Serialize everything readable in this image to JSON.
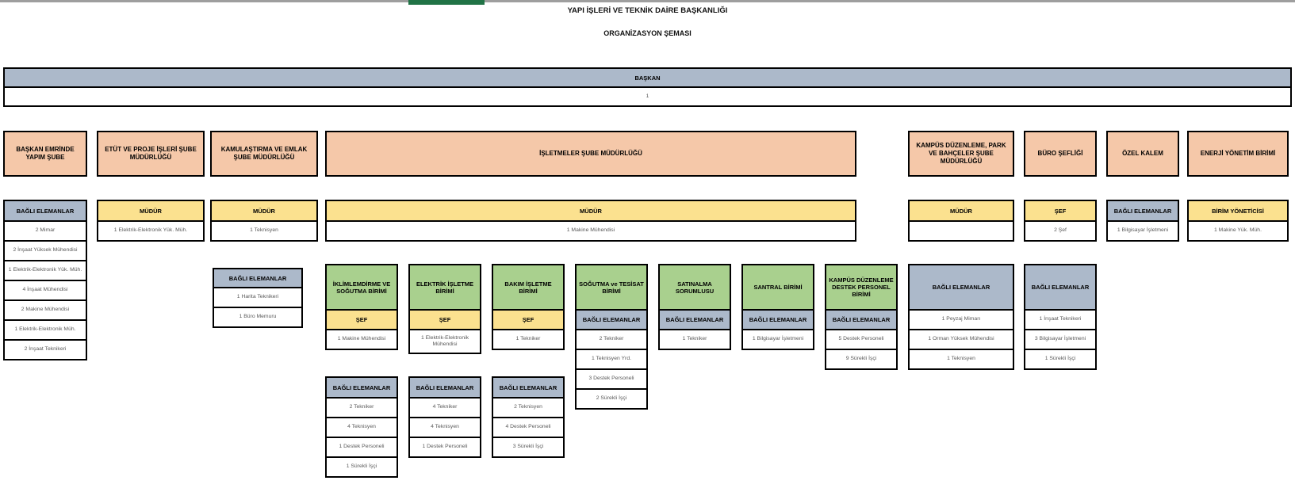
{
  "header": {
    "title": "YAPI İŞLERİ VE TEKNİK DAİRE BAŞKANLIĞI",
    "subtitle": "ORGANİZASYON ŞEMASI"
  },
  "baskan": {
    "label": "BAŞKAN",
    "count": "1"
  },
  "colors": {
    "department_box": "#F5C8A9",
    "manager_box": "#FBE18F",
    "unit_box": "#A9D08E",
    "staff_header_box": "#ACB9CA",
    "border": "#000000",
    "staff_text": "#595959",
    "titlebar_fragment": "#217346"
  },
  "columns": [
    {
      "dept": "BAŞKAN EMRİNDE YAPIM ŞUBE",
      "sections": [
        {
          "header": "BAĞLI ELEMANLAR",
          "rows": [
            "2 Mimar",
            "2 İnşaat Yüksek Mühendisi",
            "1 Elektrik-Elektronik Yük. Müh.",
            "4 İnşaat Mühendisi",
            "2 Makine Mühendisi",
            "1 Elektrik-Elektronik Müh.",
            "2 İnşaat Teknikeri"
          ]
        }
      ]
    },
    {
      "dept": "ETÜT VE PROJE İŞLERİ ŞUBE MÜDÜRLÜĞÜ",
      "sections": [
        {
          "header": "MÜDÜR",
          "rows": [
            "1 Elektrik-Elektronik Yük. Müh."
          ]
        }
      ]
    },
    {
      "dept": "KAMULAŞTIRMA VE EMLAK ŞUBE MÜDÜRLÜĞÜ",
      "sections": [
        {
          "header": "MÜDÜR",
          "rows": [
            "1 Teknisyen"
          ]
        },
        {
          "header": "BAĞLI ELEMANLAR",
          "rows": [
            "1 Harita Teknikeri",
            "1 Büro Memuru"
          ]
        }
      ]
    },
    {
      "dept": "İŞLETMELER ŞUBE MÜDÜRLÜĞÜ",
      "sections": [
        {
          "header": "MÜDÜR",
          "rows": [
            "1 Makine Mühendisi"
          ]
        }
      ],
      "units": [
        {
          "name": "İKLİMLEMDİRME VE SOĞUTMA BİRİMİ",
          "sections": [
            {
              "header": "ŞEF",
              "rows": [
                "1 Makine Mühendisi"
              ]
            },
            {
              "header": "BAĞLI ELEMANLAR",
              "rows": [
                "2 Tekniker",
                "4 Teknisyen",
                "1 Destek Personeli",
                "1 Sürekli İşçi"
              ]
            }
          ]
        },
        {
          "name": "ELEKTRİK İŞLETME BİRİMİ",
          "sections": [
            {
              "header": "ŞEF",
              "rows": [
                "1 Elektrik-Elektronik Mühendisi"
              ]
            },
            {
              "header": "BAĞLI ELEMANLAR",
              "rows": [
                "4 Tekniker",
                "4 Teknisyen",
                "1 Destek Personeli"
              ]
            }
          ]
        },
        {
          "name": "BAKIM İŞLETME BİRİMİ",
          "sections": [
            {
              "header": "ŞEF",
              "rows": [
                "1 Tekniker"
              ]
            },
            {
              "header": "BAĞLI ELEMANLAR",
              "rows": [
                "2 Teknisyen",
                "4 Destek Personeli",
                "3 Sürekli İşçi"
              ]
            }
          ]
        },
        {
          "name": "SOĞUTMA ve TESİSAT BİRİMİ",
          "sections": [
            {
              "header": "BAĞLI ELEMANLAR",
              "rows": [
                "2 Tekniker",
                "1 Teknisyen Yrd.",
                "3 Destek Personeli",
                "2 Sürekli İşçi"
              ]
            }
          ]
        },
        {
          "name": "SATINALMA SORUMLUSU",
          "sections": [
            {
              "header": "BAĞLI ELEMANLAR",
              "rows": [
                "1 Tekniker"
              ]
            }
          ]
        },
        {
          "name": "SANTRAL BİRİMİ",
          "sections": [
            {
              "header": "BAĞLI ELEMANLAR",
              "rows": [
                "1 Bilgisayar İşletmeni"
              ]
            }
          ]
        },
        {
          "name": "KAMPÜS DÜZENLEME DESTEK PERSONEL BİRİMİ",
          "sections": [
            {
              "header": "BAĞLI ELEMANLAR",
              "rows": [
                "5 Destek Personeli",
                "9 Sürekli İşçi"
              ]
            }
          ]
        }
      ]
    },
    {
      "dept": "KAMPÜS DÜZENLEME, PARK VE BAHÇELER ŞUBE MÜDÜRLÜĞÜ",
      "sections": [
        {
          "header": "MÜDÜR",
          "rows": [
            ""
          ]
        },
        {
          "header": "BAĞLI ELEMANLAR",
          "rows": [
            "1 Peyzaj Mimarı",
            "1 Orman Yüksek Mühendisi",
            "1 Teknisyen"
          ]
        }
      ]
    },
    {
      "dept": "BÜRO ŞEFLİĞİ",
      "sections": [
        {
          "header": "ŞEF",
          "rows": [
            "2 Şef"
          ]
        },
        {
          "header": "BAĞLI ELEMANLAR",
          "rows": [
            "1 İnşaat Teknikeri",
            "3 Bilgisayar İşletmeni",
            "1 Sürekli İşçi"
          ]
        }
      ]
    },
    {
      "dept": "ÖZEL KALEM",
      "sections": [
        {
          "header": "BAĞLI ELEMANLAR",
          "rows": [
            "1 Bilgisayar İşletmeni"
          ]
        }
      ]
    },
    {
      "dept": "ENERJİ YÖNETİM BİRİMİ",
      "sections": [
        {
          "header": "BİRİM YÖNETİCİSİ",
          "rows": [
            "1 Makine Yük. Müh."
          ]
        }
      ]
    }
  ]
}
